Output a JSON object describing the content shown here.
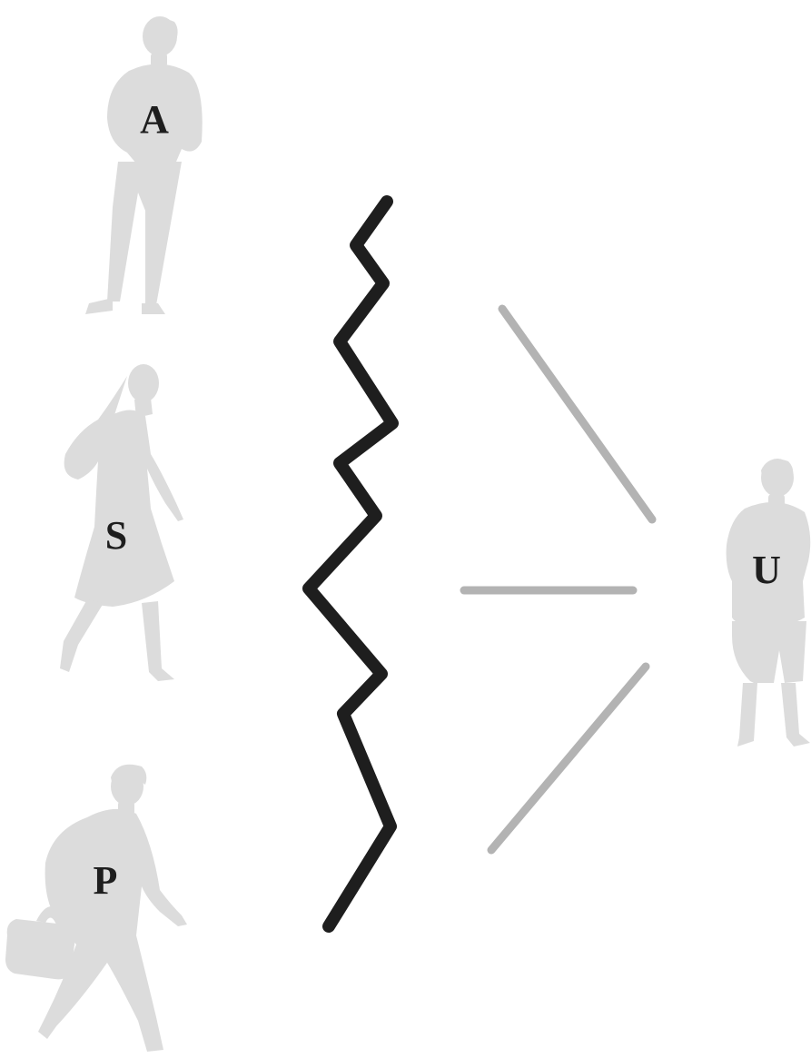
{
  "figures": [
    {
      "id": "A",
      "label": "A"
    },
    {
      "id": "S",
      "label": "S"
    },
    {
      "id": "P",
      "label": "P"
    },
    {
      "id": "U",
      "label": "U"
    }
  ],
  "colors": {
    "silhouette": "#dcdcdc",
    "label": "#1e1e1e",
    "barrier": "#1e1e1e",
    "connector": "#b3b3b3",
    "background": "#ffffff"
  }
}
